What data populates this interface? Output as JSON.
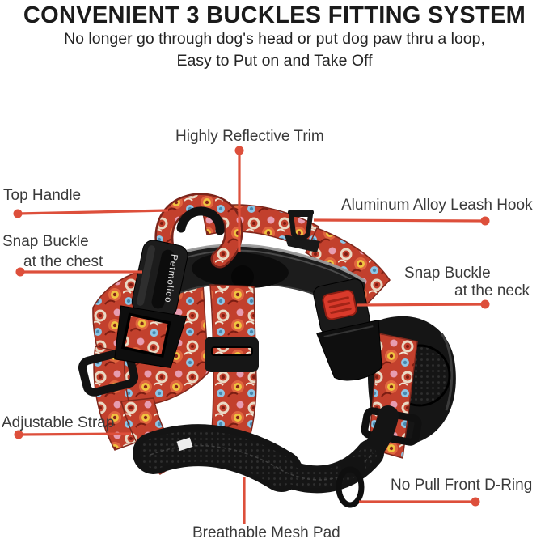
{
  "header": {
    "title": "CONVENIENT 3 BUCKLES FITTING SYSTEM",
    "subtitle_lines": [
      "No longer go through dog's head or put dog paw thru a loop,",
      "Easy to Put on and Take Off"
    ]
  },
  "product": {
    "brand_on_buckle": "Petmolico",
    "colors": {
      "callout_accent": "#DD4F3B",
      "harness_fabric_red": "#C2402D",
      "hardware_black": "#161616",
      "reflective_trim_gray": "#9B9B9B",
      "buckle_button_red": "#D93A2B"
    }
  },
  "callouts": {
    "reflective_trim": {
      "label": "Highly Reflective Trim"
    },
    "top_handle": {
      "label": "Top Handle"
    },
    "chest_buckle": {
      "line1": "Snap Buckle",
      "line2": "at the chest"
    },
    "leash_hook": {
      "label": "Aluminum Alloy Leash Hook"
    },
    "neck_buckle": {
      "line1": "Snap Buckle",
      "line2": "at the neck"
    },
    "adjustable_strap": {
      "label": "Adjustable Strap"
    },
    "front_d_ring": {
      "label": "No Pull Front D-Ring"
    },
    "mesh_pad": {
      "label": "Breathable Mesh Pad"
    }
  }
}
